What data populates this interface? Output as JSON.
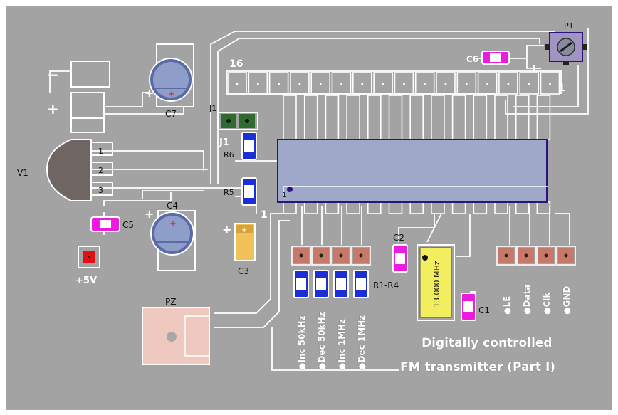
{
  "colors": {
    "board": "#a3a3a3",
    "trace": "#ffffff",
    "ic_fill": "#9ea9c9",
    "ic_border": "#2a137a",
    "pad": "#c8786b",
    "resistor": "#1c2fd6",
    "capacitor_pink": "#ef1ae0",
    "electrolytic": "#5a6aa8",
    "tantalum": "#f2c25a",
    "crystal": "#f2ee60",
    "regulator": "#6f6562",
    "jumper": "#2f6a2f",
    "buzzer": "#efc9c0",
    "power_pad": "#e21010"
  },
  "labels": {
    "header_first": "16",
    "header_last": "1",
    "p1": "P1",
    "c6": "C6",
    "c7": "C7",
    "c4": "C4",
    "c5": "C5",
    "c3": "C3",
    "c2": "C2",
    "c1": "C1",
    "j1_top": "J1",
    "j1_bottom": "J1",
    "r6": "R6",
    "r5": "R5",
    "v1": "V1",
    "pin1": "1",
    "pin2": "2",
    "pin3": "3",
    "minus": "−",
    "plus": "+",
    "power": "+5V",
    "ic_pin1": "1",
    "res_marker": "1",
    "r1r4": "R1-R4",
    "pz": "PZ",
    "crystal": "13.000 MHz",
    "title_line1": "Digitally controlled",
    "title_line2": "FM transmitter (Part I)"
  },
  "buttons": [
    "Inc 50kHz",
    "Dec 50kHz",
    "Inc 1MHz",
    "Dec 1MHz"
  ],
  "signals": [
    "LE",
    "Data",
    "Clk",
    "GND"
  ]
}
